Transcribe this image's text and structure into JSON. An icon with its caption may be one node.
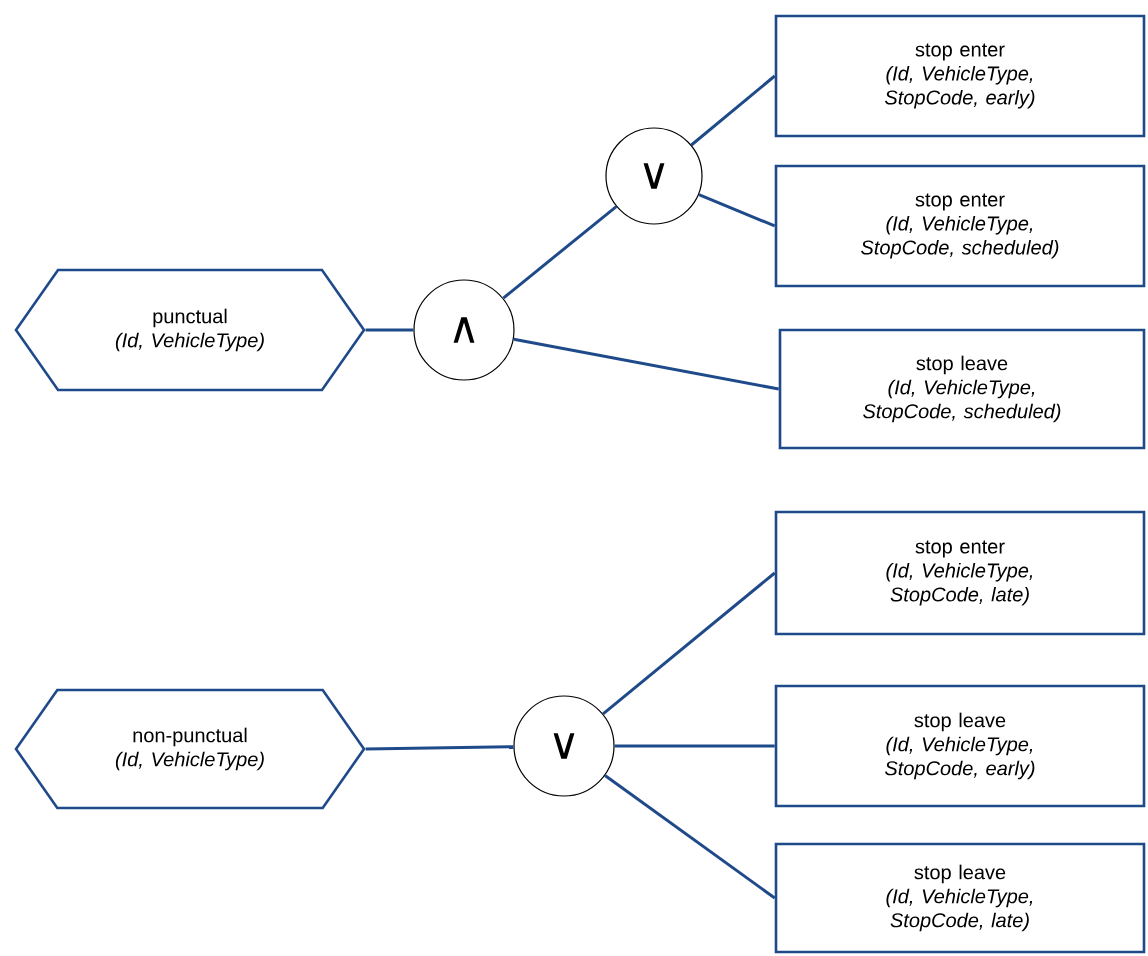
{
  "diagram": {
    "nodes": [
      {
        "text": [
          "punctual",
          "(Id, VehicleType)"
        ]
      },
      {
        "text": [
          "∧"
        ]
      },
      {
        "text": [
          "∨"
        ]
      },
      {
        "text": [
          "stop enter",
          "(Id, VehicleType, StopCode, early)"
        ]
      },
      {
        "text": [
          "stop enter",
          "(Id, VehicleType, StopCode, scheduled)"
        ]
      },
      {
        "text": [
          "stop leave",
          "(Id, VehicleType, StopCode, scheduled)"
        ]
      },
      {
        "text": [
          "non-punctual",
          "(Id, VehicleType)"
        ]
      },
      {
        "text": [
          "∨"
        ]
      },
      {
        "text": [
          "stop enter",
          "(Id, VehicleType, StopCode, late)"
        ]
      },
      {
        "text": [
          "stop leave",
          "(Id, VehicleType, StopCode, early)"
        ]
      },
      {
        "text": [
          "stop leave",
          "(Id, VehicleType, StopCode, late)"
        ]
      }
    ],
    "edges": [
      {
        "from": 0,
        "to": 1,
        "arrow": "none"
      },
      {
        "from": 1,
        "to": 2,
        "arrow": "none"
      },
      {
        "from": 2,
        "to": 3,
        "arrow": "none"
      },
      {
        "from": 2,
        "to": 4,
        "arrow": "none"
      },
      {
        "from": 1,
        "to": 5,
        "arrow": "none"
      },
      {
        "from": 6,
        "to": 7,
        "arrow": "none"
      },
      {
        "from": 7,
        "to": 8,
        "arrow": "none"
      },
      {
        "from": 7,
        "to": 9,
        "arrow": "none"
      },
      {
        "from": 7,
        "to": 10,
        "arrow": "none"
      }
    ]
  }
}
